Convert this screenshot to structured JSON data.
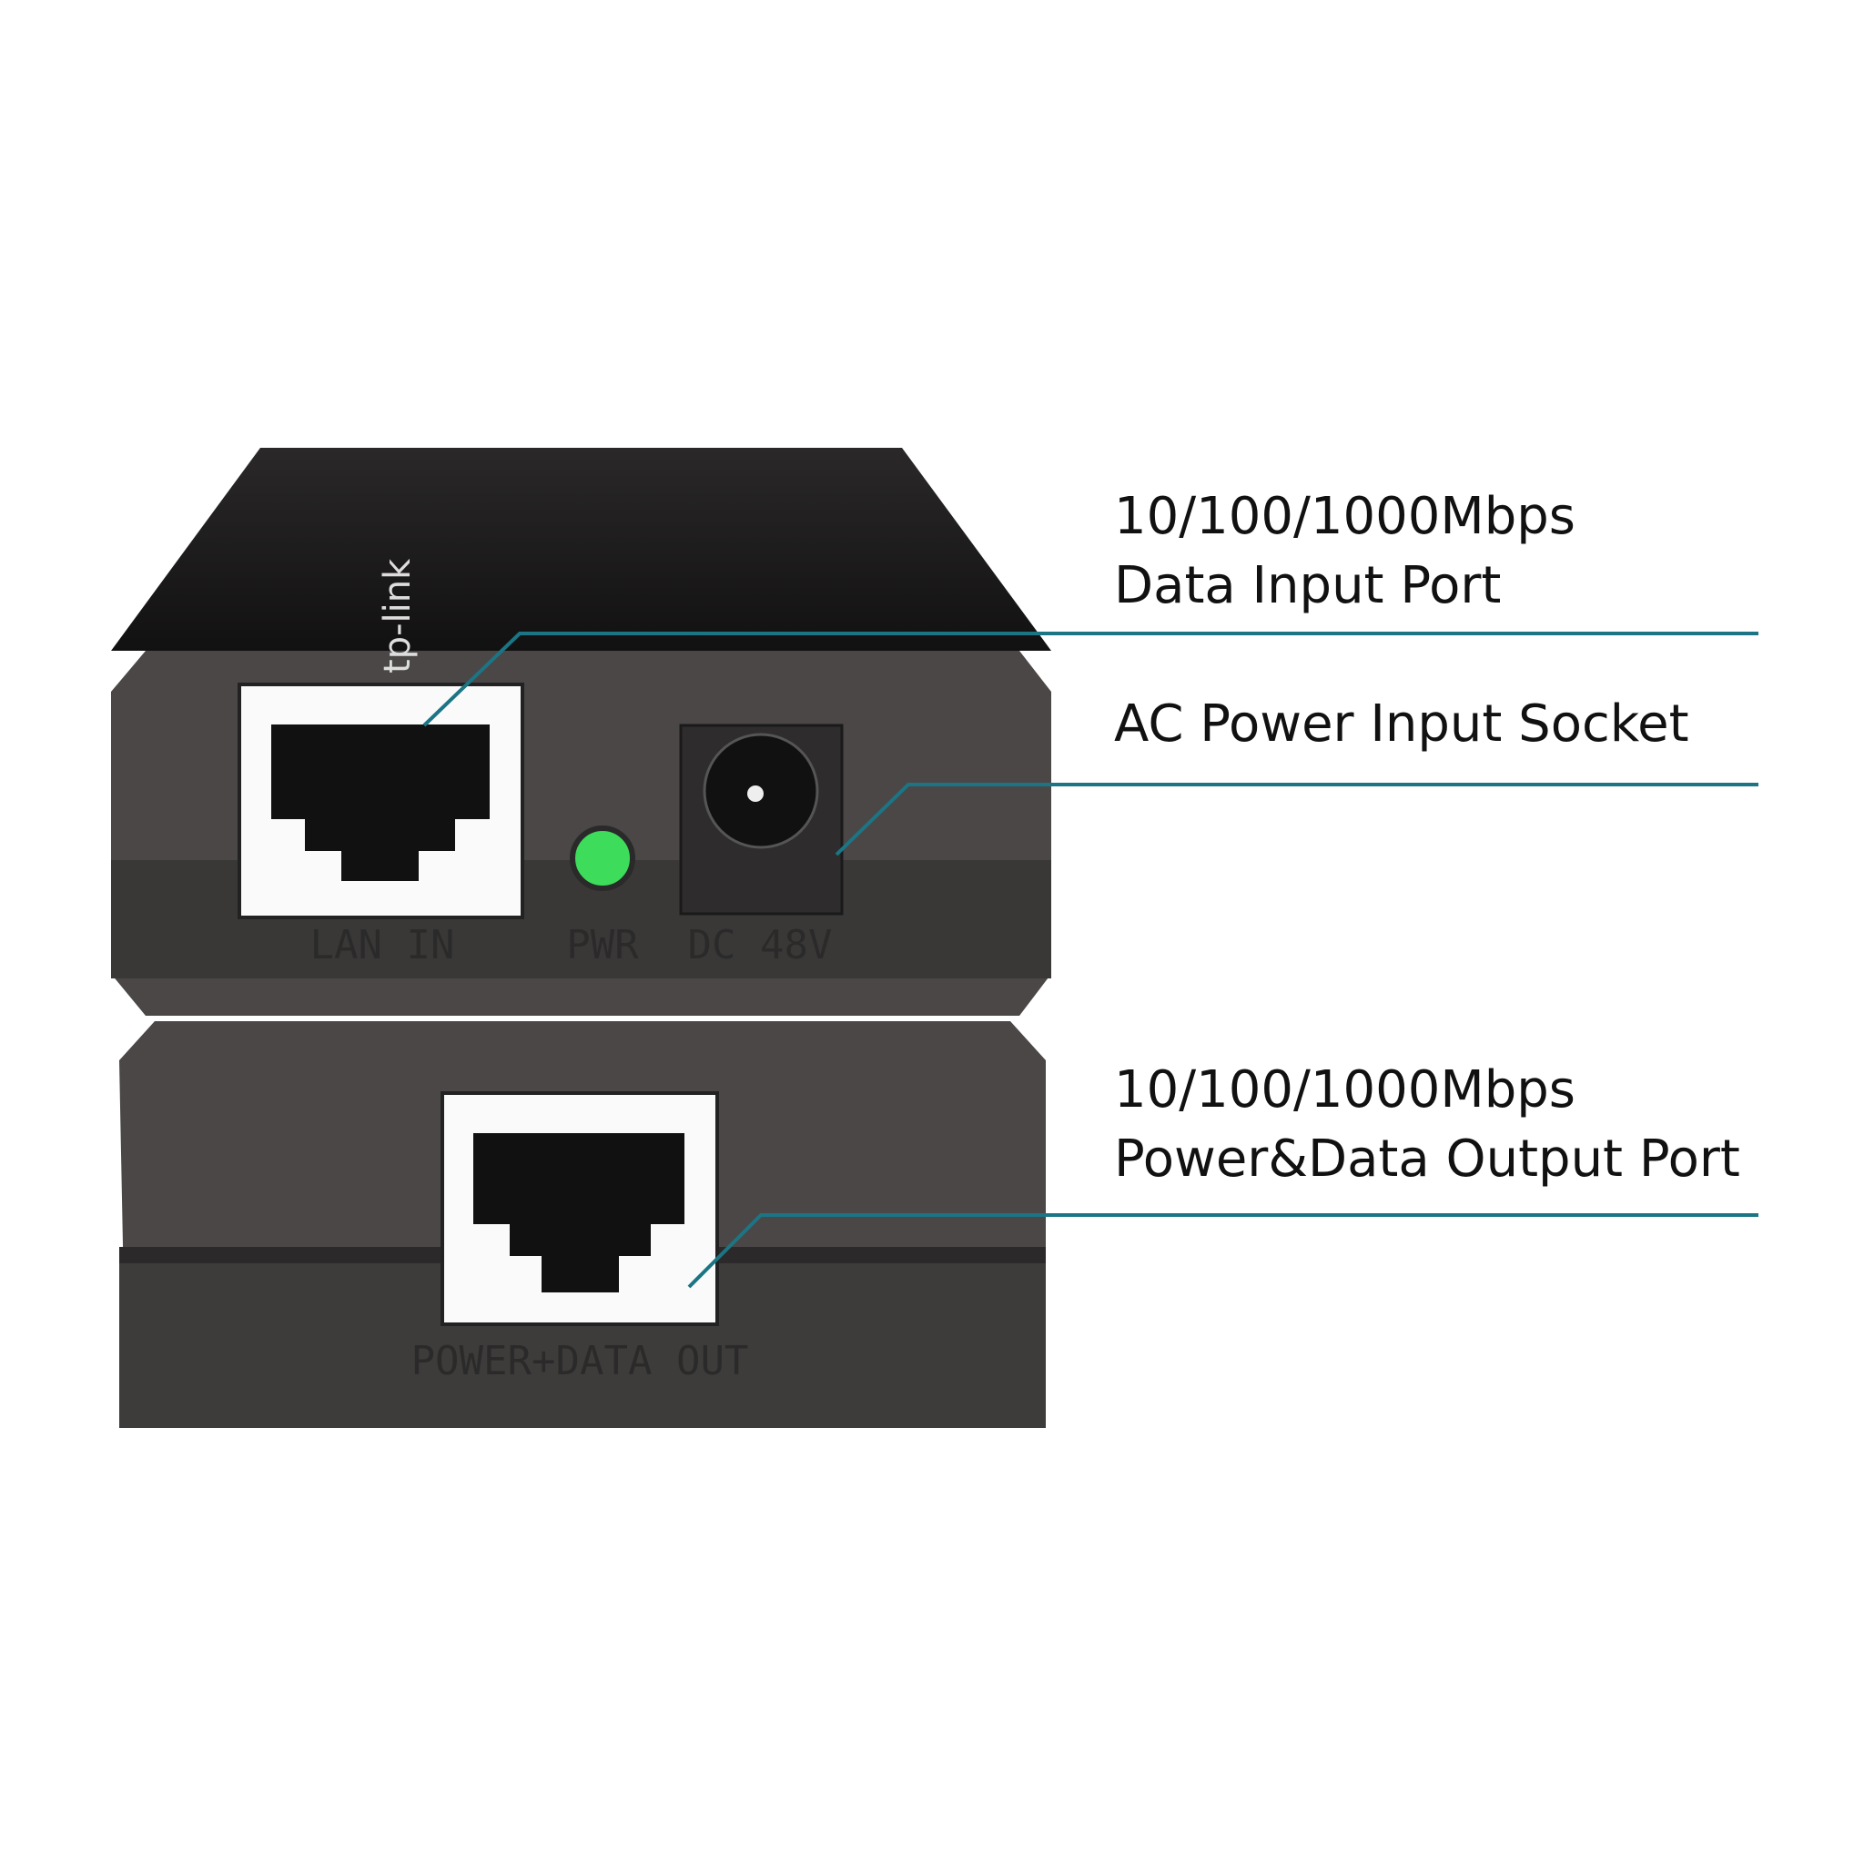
{
  "callouts": [
    {
      "line1": "10/100/1000Mbps",
      "line2": "Data Input Port"
    },
    {
      "line1": "AC Power Input Socket"
    },
    {
      "line1": "10/100/1000Mbps",
      "line2": "Power&Data Output Port"
    }
  ],
  "device": {
    "brand_logo": "tp-link",
    "port_labels": {
      "lan_in": "LAN IN",
      "pwr": "PWR",
      "dc": "DC 48V",
      "out": "POWER+DATA OUT"
    },
    "led_color": "#3ddc5a",
    "body_color": "#434040"
  },
  "colors": {
    "leader_line": "#1b7585"
  }
}
